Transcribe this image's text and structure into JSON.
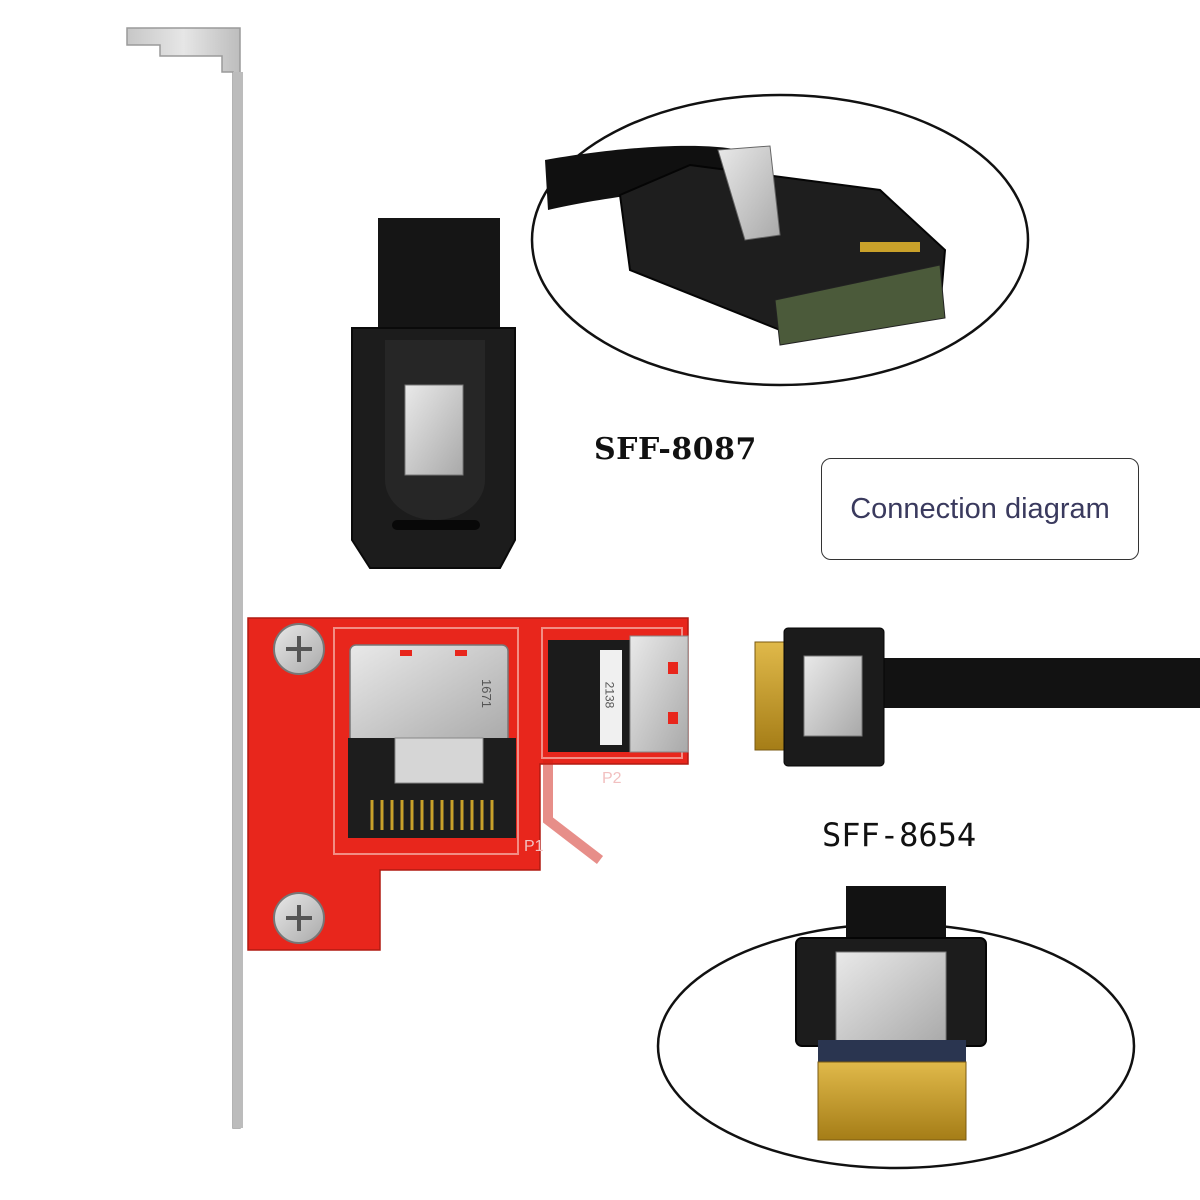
{
  "labels": {
    "sff8087": "SFF-8087",
    "sff8654": "SFF-8654",
    "connection_diagram": "Connection diagram"
  },
  "pcb_silkscreen": {
    "p1": "P1",
    "p2": "P2",
    "code1": "1671",
    "code2": "2138"
  },
  "colors": {
    "pcb_red": "#e8261c",
    "bracket_silver": "#d8d8d8",
    "connector_black": "#1b1b1b",
    "gold_contacts": "#c9a12a",
    "text_dark": "#111111",
    "box_text": "#3a3a5e"
  }
}
